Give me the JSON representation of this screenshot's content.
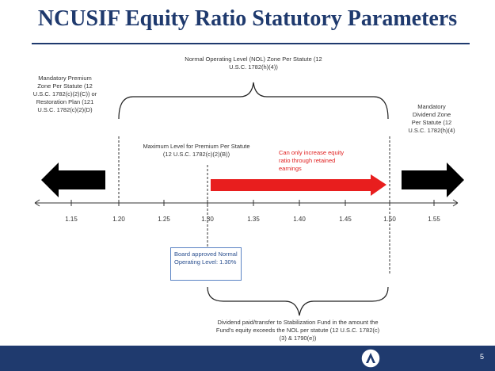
{
  "title": "NCUSIF Equity Ratio Statutory Parameters",
  "labels": {
    "nol_zone": "Normal Operating Level (NOL) Zone Per Statute (12 U.S.C. 1782(h)(4))",
    "mandatory_premium": "Mandatory Premium Zone Per Statute (12 U.S.C. 1782(c)(2)(C)) or Restoration Plan (121 U.S.C. 1782(c)(2)(D)",
    "mandatory_dividend": "Mandatory Dividend Zone Per Statute (12 U.S.C. 1782(h)(4)",
    "max_premium": "Maximum Level for Premium Per Statute (12 U.S.C. 1782(c)(2)(B))",
    "can_only_increase": "Can only increase equity ratio through retained earnings",
    "board_approved": "Board approved Normal Operating Level: 1.30%",
    "dividend_paid": "Dividend paid/transfer to Stabilization Fund in the amount the Fund's equity exceeds the NOL per statute (12 U.S.C. 1782(c)(3) & 1790(e))"
  },
  "ticks": [
    "1.15",
    "1.20",
    "1.25",
    "1.30",
    "1.35",
    "1.40",
    "1.45",
    "1.50",
    "1.55"
  ],
  "page_number": "5",
  "colors": {
    "navy": "#1f3a6e",
    "red_arrow": "#e81e1e",
    "black_arrow": "#000000",
    "box_border": "#5b83c4"
  }
}
